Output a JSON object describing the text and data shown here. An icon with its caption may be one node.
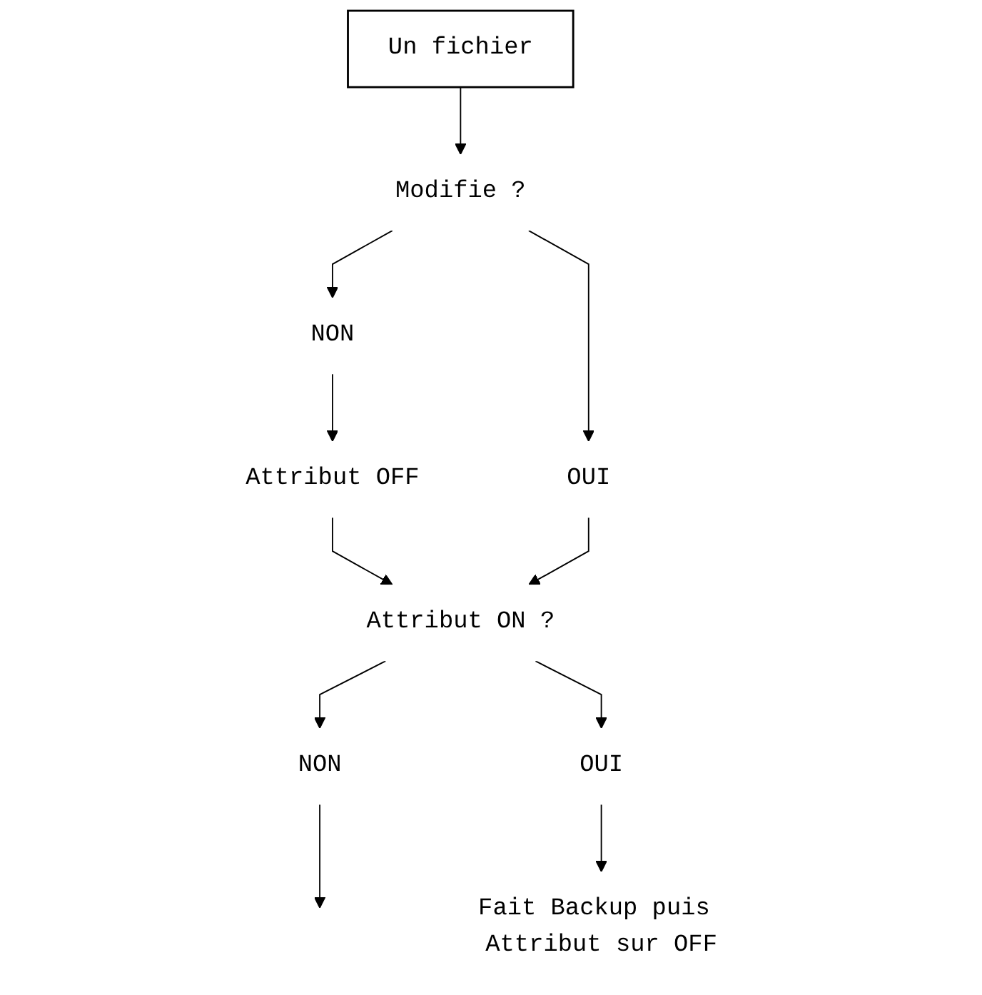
{
  "diagram": {
    "nodes": [
      {
        "text": [
          "Un fichier"
        ]
      },
      {
        "text": [
          "Modifie ?"
        ]
      },
      {
        "text": [
          "NON"
        ]
      },
      {
        "text": [
          "Attribut OFF"
        ]
      },
      {
        "text": [
          "OUI"
        ]
      },
      {
        "text": [
          "Attribut ON ?"
        ]
      },
      {
        "text": [
          "NON"
        ]
      },
      {
        "text": [
          "OUI"
        ]
      },
      {
        "text": [
          "Fait Backup puis Attribut sur OFF"
        ]
      }
    ],
    "edges": [
      {
        "from": 0,
        "to": 1,
        "arrow": "to"
      },
      {
        "from": 1,
        "to": 2,
        "arrow": "to"
      },
      {
        "from": 2,
        "to": 3,
        "arrow": "to"
      },
      {
        "from": 1,
        "to": 4,
        "arrow": "to"
      },
      {
        "from": 3,
        "to": 5,
        "arrow": "to"
      },
      {
        "from": 4,
        "to": 5,
        "arrow": "to"
      },
      {
        "from": 5,
        "to": 6,
        "arrow": "to"
      },
      {
        "from": 6,
        "to": null,
        "arrow": "to"
      },
      {
        "from": 5,
        "to": 7,
        "arrow": "to"
      },
      {
        "from": 7,
        "to": 8,
        "arrow": "to"
      }
    ]
  }
}
